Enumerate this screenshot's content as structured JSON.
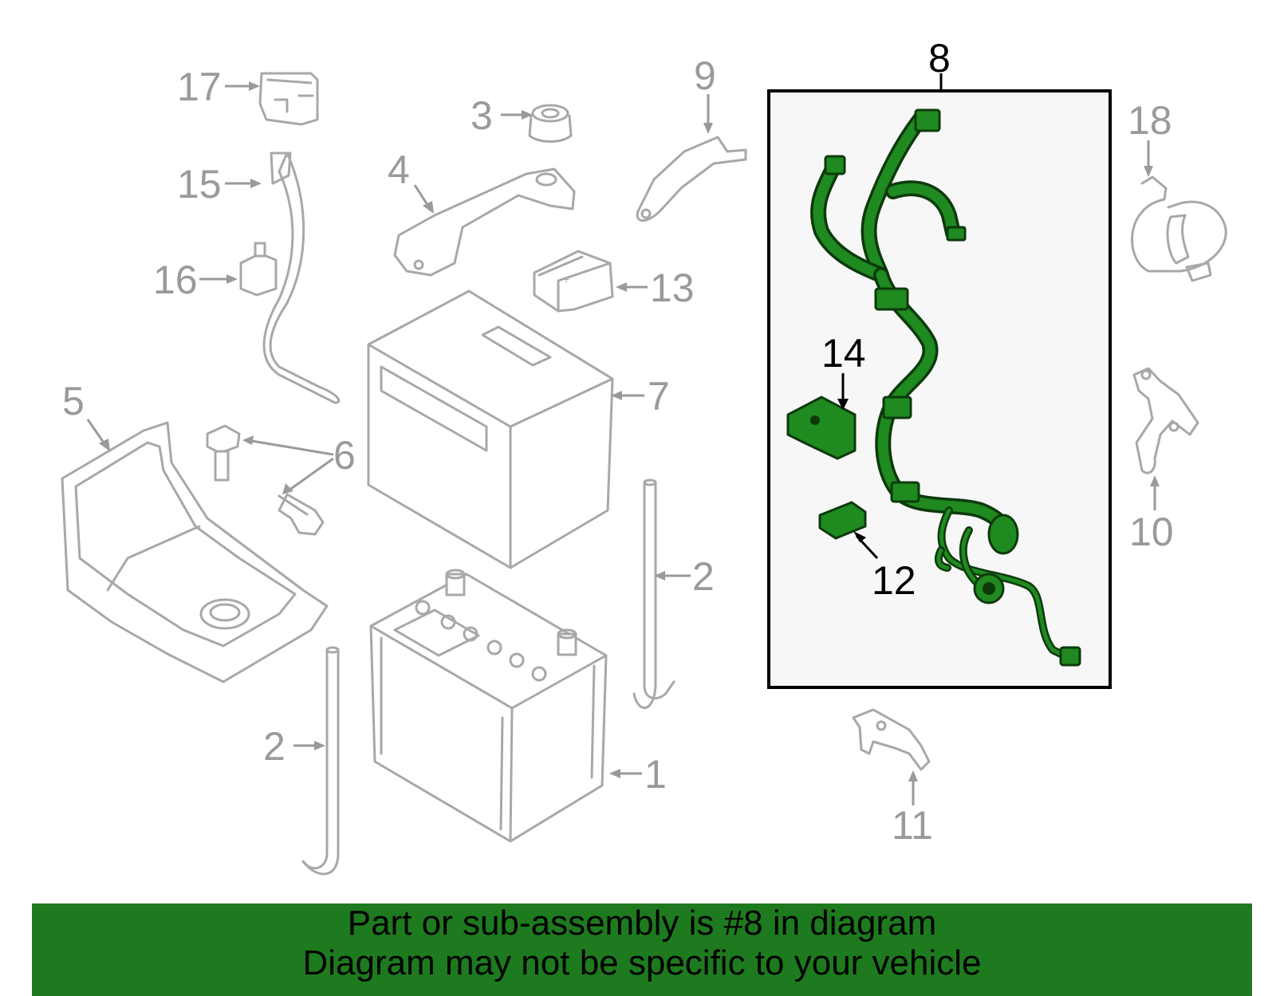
{
  "colors": {
    "highlight_green": "#1f8a1f",
    "banner_green": "#1e7a1e",
    "panel_bg": "#f7f7f7",
    "line_gray": "#a8a8a8"
  },
  "callouts": {
    "c1": "1",
    "c2a": "2",
    "c2b": "2",
    "c3": "3",
    "c4": "4",
    "c5": "5",
    "c6": "6",
    "c7": "7",
    "c8": "8",
    "c9": "9",
    "c10": "10",
    "c11": "11",
    "c12": "12",
    "c13": "13",
    "c14": "14",
    "c15": "15",
    "c16": "16",
    "c17": "17",
    "c18": "18"
  },
  "banner": {
    "line1": "Part or sub-assembly is #8 in diagram",
    "line2": "Diagram may not be specific to your vehicle"
  }
}
